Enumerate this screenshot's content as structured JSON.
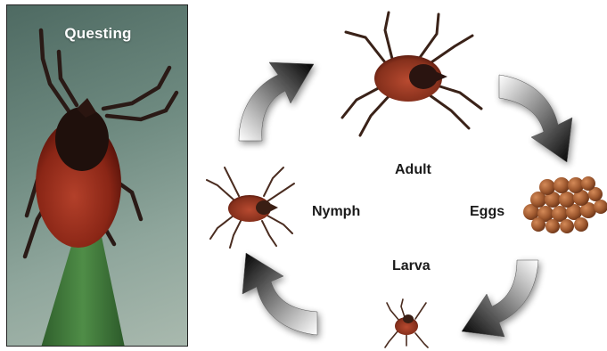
{
  "panel": {
    "label": "Questing"
  },
  "stages": {
    "adult": "Adult",
    "eggs": "Eggs",
    "larva": "Larva",
    "nymph": "Nymph"
  },
  "colors": {
    "tick_body": "#7a1f12",
    "tick_scutum": "#2a1410",
    "egg": "#a05a30",
    "arrow_dark": "#000000",
    "arrow_light": "#ffffff",
    "grass": "#3f7a3a"
  },
  "icons": [
    "tick-adult-icon",
    "tick-nymph-icon",
    "tick-larva-icon",
    "eggs-cluster-icon",
    "cycle-arrow-icon"
  ]
}
